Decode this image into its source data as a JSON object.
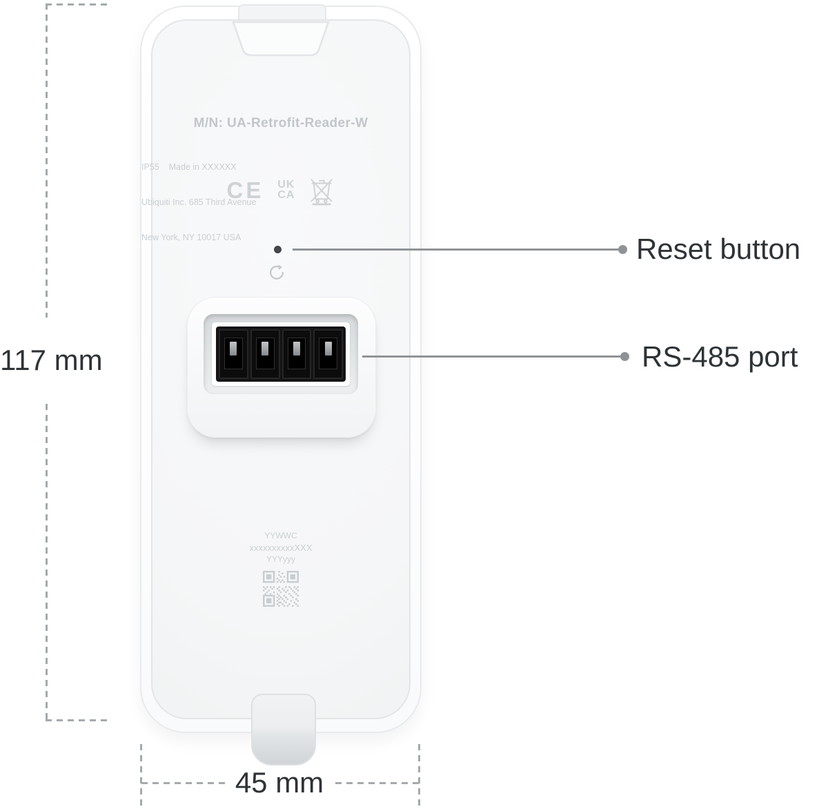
{
  "device": {
    "model": "M/N: UA-Retrofit-Reader-W",
    "info_lines": [
      "IP55    Made in XXXXXX",
      "Ubiquiti Inc. 685 Third Avenue",
      "New York, NY 10017 USA"
    ],
    "certifications": {
      "ce": "CE",
      "ukca_top": "UK",
      "ukca_bottom": "CA"
    },
    "serial_lines": [
      "YYWWC",
      "xxxxxxxxxxXXX",
      "YYYyyy"
    ]
  },
  "callouts": {
    "reset_label": "Reset button",
    "rs485_label": "RS-485 port"
  },
  "dimensions": {
    "height_label": "117 mm",
    "width_label": "45 mm"
  },
  "colors": {
    "callout_line": "#8f9396",
    "text_dark": "#2e3336",
    "dash_gray": "#a4a9ac",
    "molded_text": "#c9cdd0",
    "panel": "#f5f6f7",
    "connector_black": "#141414"
  }
}
